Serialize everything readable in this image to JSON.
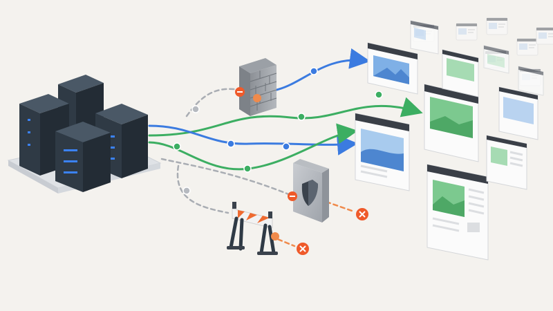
{
  "colors": {
    "background": "#f4f2ee",
    "server_body": "#2f3a45",
    "server_top": "#4a5866",
    "server_led": "#3b82f6",
    "platform": "#dfe2e6",
    "allowed_blue": "#3b7be0",
    "allowed_green": "#3cae62",
    "blocked_gray": "#a9adb3",
    "blocked_orange": "#f08a4b",
    "block_mark": "#ef5a2a",
    "window_bar": "#3a3f47",
    "window_body": "#fbfbfb",
    "image_blue": "#7fb0e6",
    "image_green": "#7cc98f"
  },
  "diagram": {
    "source": {
      "name": "server-cluster",
      "icon": "server-rack-icon"
    },
    "barriers": [
      {
        "name": "firewall",
        "icon": "brick-wall-icon"
      },
      {
        "name": "shield-gate",
        "icon": "shield-icon"
      },
      {
        "name": "road-barrier",
        "icon": "construction-barrier-icon"
      }
    ],
    "flows": [
      {
        "name": "flow-blue-top",
        "color": "allowed_blue",
        "status": "allowed"
      },
      {
        "name": "flow-green-top",
        "color": "allowed_green",
        "status": "allowed"
      },
      {
        "name": "flow-blue-middle",
        "color": "allowed_blue",
        "status": "allowed"
      },
      {
        "name": "flow-green-bottom",
        "color": "allowed_green",
        "status": "allowed"
      },
      {
        "name": "flow-gray-firewall",
        "color": "blocked_gray",
        "status": "blocked"
      },
      {
        "name": "flow-gray-shield",
        "color": "blocked_gray",
        "status": "blocked"
      },
      {
        "name": "flow-gray-barrier",
        "color": "blocked_gray",
        "status": "blocked"
      }
    ],
    "destinations": [
      {
        "name": "web-page-1",
        "image": "image_blue"
      },
      {
        "name": "web-page-2",
        "image": "image_green"
      },
      {
        "name": "web-page-3",
        "image": "image_blue"
      },
      {
        "name": "web-page-4",
        "image": "image_green"
      }
    ]
  }
}
